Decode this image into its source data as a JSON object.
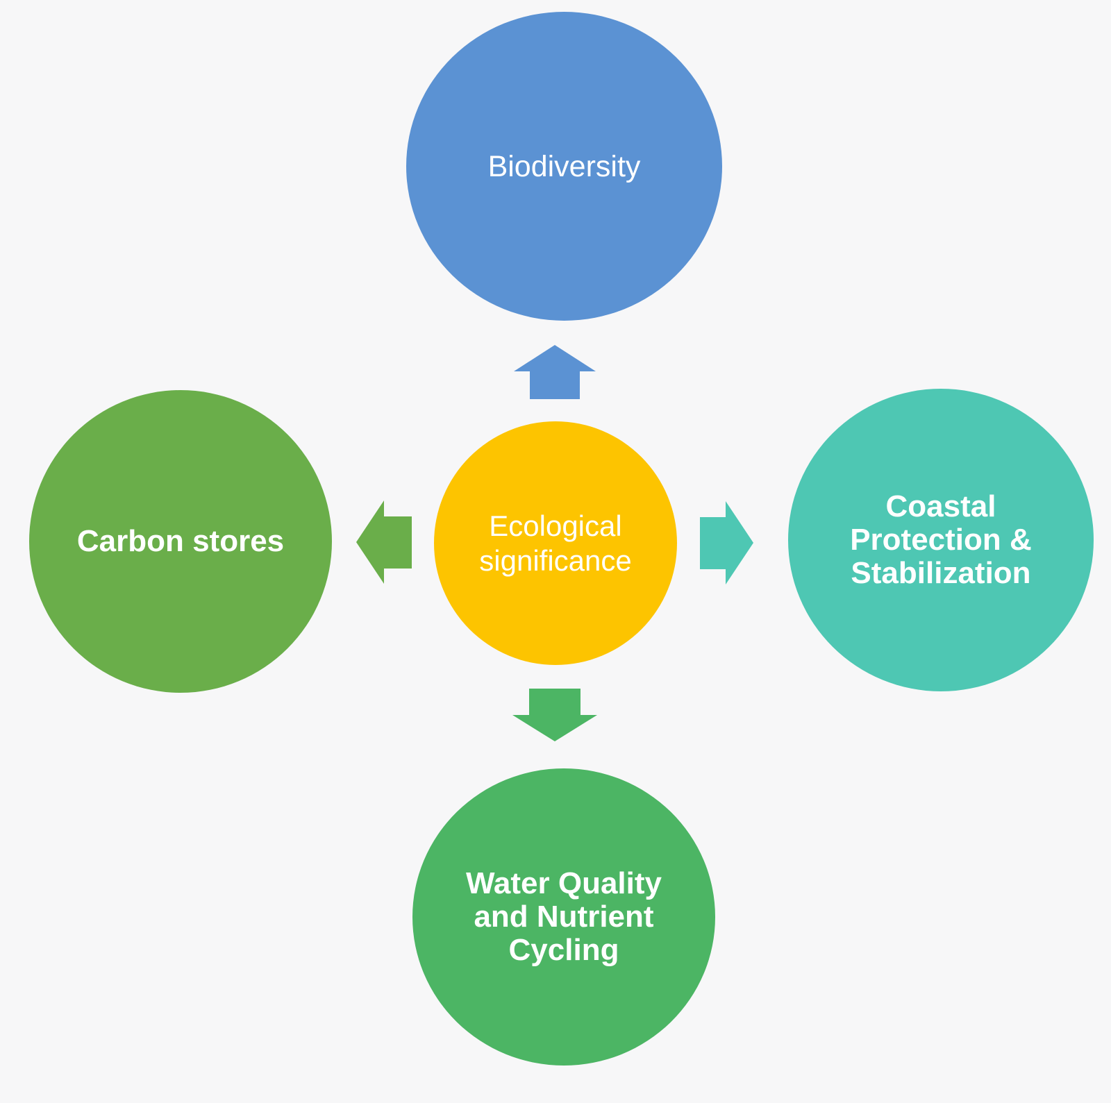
{
  "diagram": {
    "background_color": "#f7f7f8",
    "text_color": "#ffffff",
    "center": {
      "label": "Ecological\nsignificance",
      "color": "#fdc400"
    },
    "nodes": [
      {
        "id": "biodiversity",
        "label": "Biodiversity",
        "color": "#5b92d3",
        "position": "top"
      },
      {
        "id": "coastal-protection",
        "label": "Coastal\nProtection &\nStabilization",
        "color": "#4ec7b3",
        "position": "right"
      },
      {
        "id": "water-quality",
        "label": "Water Quality\nand Nutrient\nCycling",
        "color": "#4cb564",
        "position": "bottom"
      },
      {
        "id": "carbon-stores",
        "label": "Carbon stores",
        "color": "#6aae4a",
        "position": "left"
      }
    ],
    "arrows": [
      {
        "direction": "up",
        "color": "#5b92d3"
      },
      {
        "direction": "right",
        "color": "#4ec7b3"
      },
      {
        "direction": "down",
        "color": "#4cb564"
      },
      {
        "direction": "left",
        "color": "#6aae4a"
      }
    ]
  }
}
